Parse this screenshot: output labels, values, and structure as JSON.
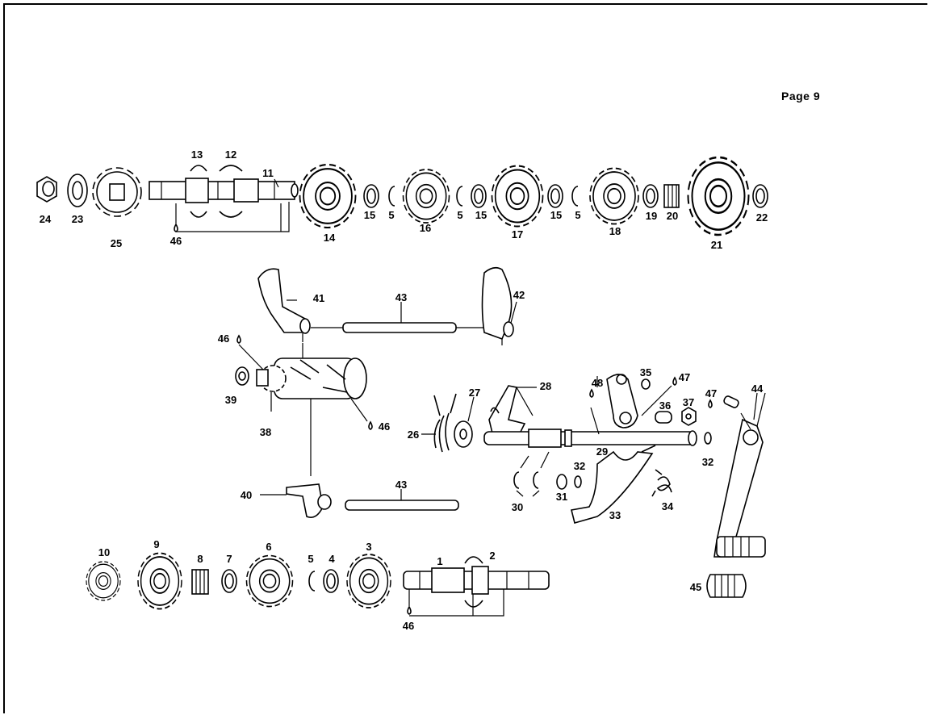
{
  "page_label": "Page  9",
  "callouts": {
    "c1": "1",
    "c2": "2",
    "c3": "3",
    "c4": "4",
    "c5": "5",
    "c6": "6",
    "c7": "7",
    "c8": "8",
    "c9": "9",
    "c10": "10",
    "c11": "11",
    "c12": "12",
    "c13": "13",
    "c14": "14",
    "c15": "15",
    "c16": "16",
    "c17": "17",
    "c18": "18",
    "c19": "19",
    "c20": "20",
    "c21": "21",
    "c22": "22",
    "c23": "23",
    "c24": "24",
    "c25": "25",
    "c26": "26",
    "c27": "27",
    "c28": "28",
    "c29": "29",
    "c30": "30",
    "c31": "31",
    "c32": "32",
    "c33": "33",
    "c34": "34",
    "c35": "35",
    "c36": "36",
    "c37": "37",
    "c38": "38",
    "c39": "39",
    "c40": "40",
    "c41": "41",
    "c42": "42",
    "c43": "43",
    "c44": "44",
    "c45": "45",
    "c46": "46",
    "c47": "47",
    "c48": "48"
  }
}
